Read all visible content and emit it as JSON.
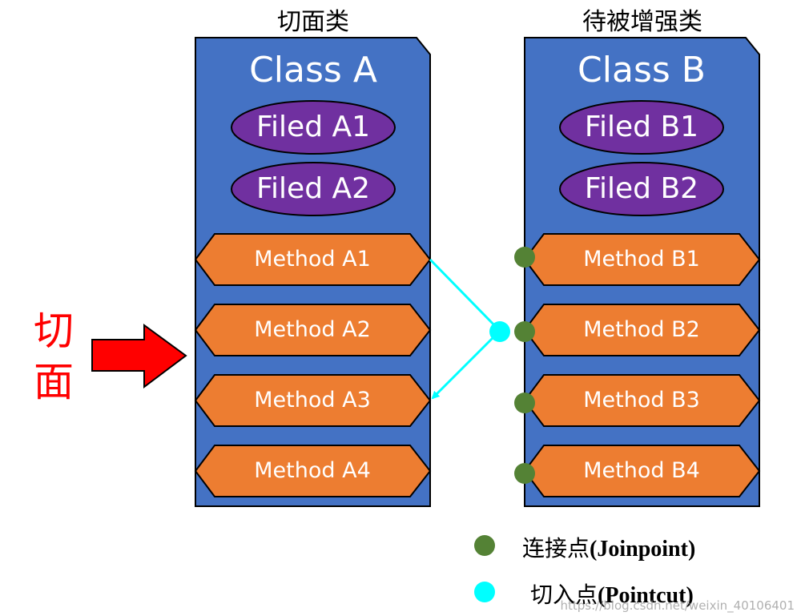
{
  "headers": {
    "aspect_column": "切面类",
    "target_column": "待被增强类"
  },
  "side_label": {
    "line1": "切",
    "line2": "面"
  },
  "class_a": {
    "name": "Class A",
    "fields": [
      "Filed  A1",
      "Filed  A2"
    ],
    "methods": [
      "Method A1",
      "Method A2",
      "Method A3",
      "Method A4"
    ]
  },
  "class_b": {
    "name": "Class B",
    "fields": [
      "Filed  B1",
      "Filed  B2"
    ],
    "methods": [
      "Method B1",
      "Method B2",
      "Method B3",
      "Method B4"
    ]
  },
  "legend": {
    "joinpoint_zh": "连接点",
    "joinpoint_en": "(Joinpoint)",
    "pointcut_zh": "切入点",
    "pointcut_en": "(Pointcut)"
  },
  "watermark": "https://blog.csdn.net/weixin_40106401",
  "colors": {
    "class_box": "#4472c4",
    "field_ellipse": "#7030a0",
    "method_hexagon": "#ed7d31",
    "joinpoint": "#548235",
    "pointcut": "#00ffff",
    "aspect_arrow": "#ff0000"
  }
}
